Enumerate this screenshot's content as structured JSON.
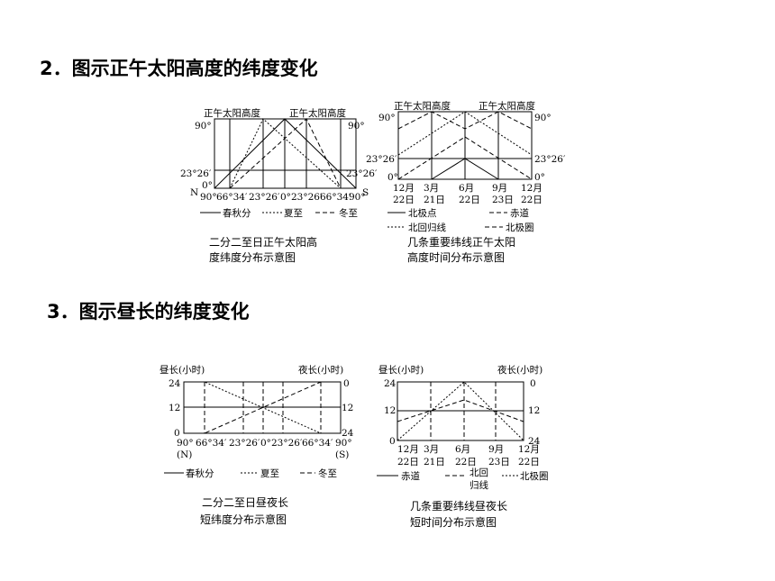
{
  "sections": [
    {
      "heading": "2．图示正午太阳高度的纬度变化"
    },
    {
      "heading": "3．图示昼长的纬度变化"
    }
  ],
  "fig1": {
    "left_title": "正午太阳高度",
    "right_title": "正午太阳高度",
    "y_top": "90°",
    "y_mid": "23°26′",
    "y_bot": "0°",
    "y_mid_r": "23°26′",
    "y_top_r": "90°",
    "n": "N",
    "s": "S",
    "x_ticks": [
      "90°",
      "66°34′",
      "23°26′",
      "0°",
      "23°26′",
      "66°34′",
      "90°"
    ],
    "legend": [
      "春秋分",
      "夏至",
      "冬至"
    ],
    "caption": [
      "二分二至日正午太阳高",
      "度纬度分布示意图"
    ]
  },
  "fig2": {
    "left_title": "正午太阳高度",
    "right_title": "正午太阳高度",
    "y_top": "90°",
    "y_mid": "23°26′",
    "y_bot": "0°",
    "y_top_r": "90°",
    "y_mid_r": "23°26′",
    "y_bot_r": "0°",
    "x_months": [
      "12月",
      "3月",
      "6月",
      "9月",
      "12月"
    ],
    "x_days": [
      "22日",
      "21日",
      "22日",
      "23日",
      "22日"
    ],
    "legend": [
      "北极点",
      "赤道",
      "北回归线",
      "北极圈"
    ],
    "caption": [
      "几条重要纬线正午太阳",
      "高度时间分布示意图"
    ]
  },
  "fig3": {
    "left_title": "昼长(小时)",
    "right_title": "夜长(小时)",
    "y_left": [
      "24",
      "12",
      "0"
    ],
    "y_right": [
      "0",
      "12",
      "24"
    ],
    "x_ticks": [
      "90°",
      "66°34′",
      "23°26′",
      "0°",
      "23°26′",
      "66°34′",
      "90°"
    ],
    "n": "(N)",
    "s": "(S)",
    "legend": [
      "春秋分",
      "夏至",
      "冬至"
    ],
    "caption": [
      "二分二至日昼夜长",
      "短纬度分布示意图"
    ]
  },
  "fig4": {
    "left_title": "昼长(小时)",
    "right_title": "夜长(小时)",
    "y_left": [
      "24",
      "12",
      "0"
    ],
    "y_right": [
      "0",
      "12",
      "24"
    ],
    "x_months": [
      "12月",
      "3月",
      "6月",
      "9月",
      "12月"
    ],
    "x_days": [
      "22日",
      "21日",
      "22日",
      "23日",
      "22日"
    ],
    "legend": [
      "赤道",
      "北回",
      "归线",
      "北极圈"
    ],
    "caption": [
      "几条重要纬线昼夜长",
      "短时间分布示意图"
    ]
  }
}
